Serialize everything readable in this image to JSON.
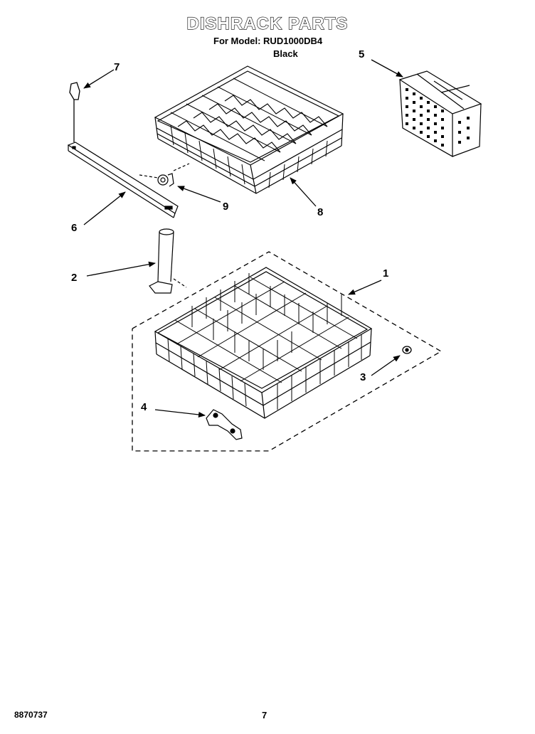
{
  "header": {
    "title": "DISHRACK PARTS",
    "model_line": "For Model: RUD1000DB4",
    "color": "Black"
  },
  "footer": {
    "doc_number": "8870737",
    "page_number": "7"
  },
  "callouts": [
    {
      "id": "callout-1",
      "label": "1"
    },
    {
      "id": "callout-2",
      "label": "2"
    },
    {
      "id": "callout-3",
      "label": "3"
    },
    {
      "id": "callout-4",
      "label": "4"
    },
    {
      "id": "callout-5",
      "label": "5"
    },
    {
      "id": "callout-6",
      "label": "6"
    },
    {
      "id": "callout-7",
      "label": "7"
    },
    {
      "id": "callout-8",
      "label": "8"
    },
    {
      "id": "callout-9",
      "label": "9"
    }
  ]
}
